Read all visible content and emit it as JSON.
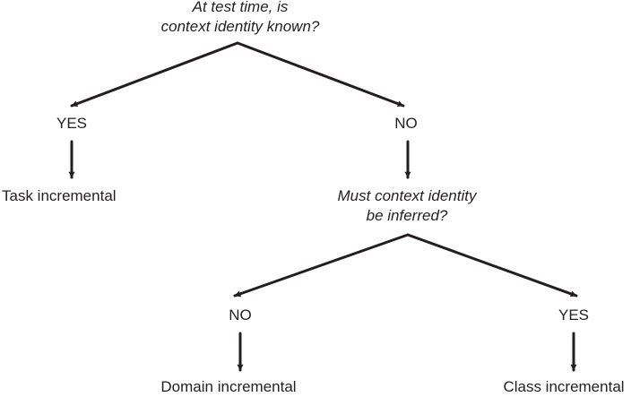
{
  "question_1": {
    "line_1": "At test time, is",
    "line_2": "context identity known?"
  },
  "answer_yes_1": "YES",
  "answer_no_1": "NO",
  "outcome_task": "Task incremental",
  "question_2": {
    "line_1": "Must context identity",
    "line_2": "be inferred?"
  },
  "answer_no_2": "NO",
  "answer_yes_2": "YES",
  "outcome_domain": "Domain incremental",
  "outcome_class": "Class incremental",
  "colors": {
    "ink": "#231f20",
    "background": "#ffffff"
  }
}
